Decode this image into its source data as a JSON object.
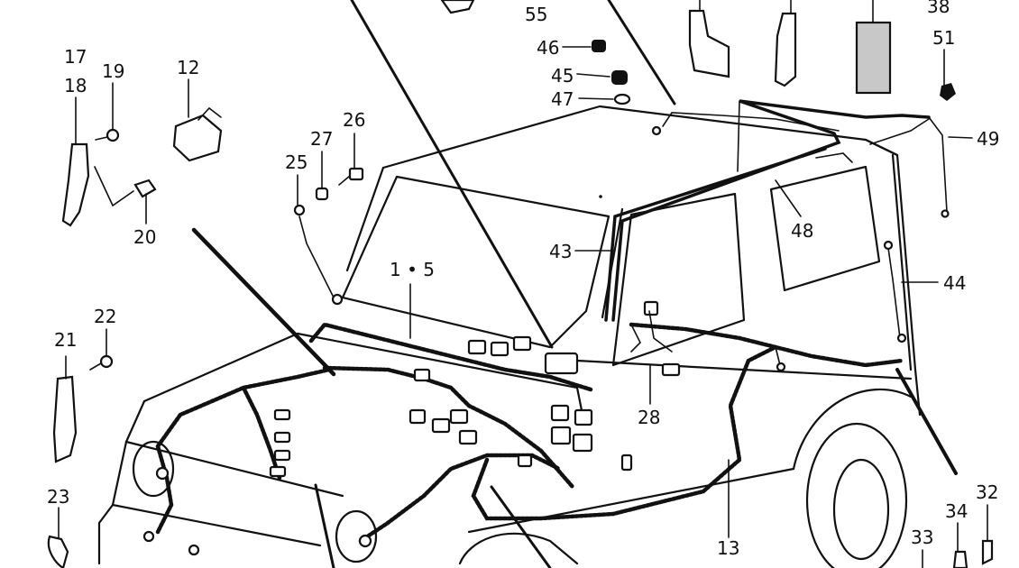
{
  "diagram": {
    "callouts": [
      {
        "id": "c17",
        "text": "17"
      },
      {
        "id": "c18",
        "text": "18"
      },
      {
        "id": "c19",
        "text": "19"
      },
      {
        "id": "c12",
        "text": "12"
      },
      {
        "id": "c20",
        "text": "20"
      },
      {
        "id": "c25",
        "text": "25"
      },
      {
        "id": "c27",
        "text": "27"
      },
      {
        "id": "c26",
        "text": "26"
      },
      {
        "id": "c55",
        "text": "55"
      },
      {
        "id": "c46",
        "text": "46"
      },
      {
        "id": "c45",
        "text": "45"
      },
      {
        "id": "c47",
        "text": "47"
      },
      {
        "id": "c38",
        "text": "38"
      },
      {
        "id": "c51",
        "text": "51"
      },
      {
        "id": "c49",
        "text": "49"
      },
      {
        "id": "c48",
        "text": "48"
      },
      {
        "id": "c43",
        "text": "43"
      },
      {
        "id": "c1to5",
        "text": "1 • 5"
      },
      {
        "id": "c44",
        "text": "44"
      },
      {
        "id": "c22",
        "text": "22"
      },
      {
        "id": "c21",
        "text": "21"
      },
      {
        "id": "c28",
        "text": "28"
      },
      {
        "id": "c23",
        "text": "23"
      },
      {
        "id": "c13",
        "text": "13"
      },
      {
        "id": "c33",
        "text": "33"
      },
      {
        "id": "c34",
        "text": "34"
      },
      {
        "id": "c32",
        "text": "32"
      }
    ]
  }
}
